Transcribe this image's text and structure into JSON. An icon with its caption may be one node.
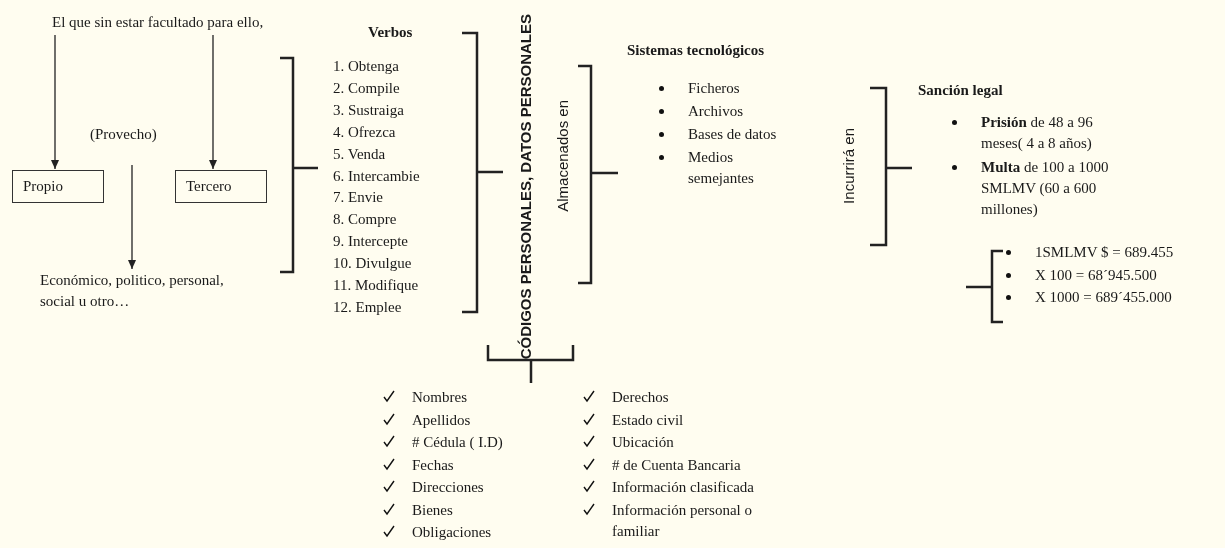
{
  "diagram": {
    "nodes": [
      {
        "text": [
          "El que sin estar facultado para ello,"
        ]
      },
      {
        "text": [
          "Propio"
        ]
      },
      {
        "text": [
          "Tercero"
        ]
      },
      {
        "text": [
          "(Provecho)"
        ]
      },
      {
        "text": [
          "Económico, politico, personal, social u otro…"
        ]
      }
    ],
    "edges": [
      {
        "from": 0,
        "to": 1,
        "arrow": "to"
      },
      {
        "from": 0,
        "to": 2,
        "arrow": "to"
      },
      {
        "from": 3,
        "to": 4,
        "arrow": "to"
      }
    ],
    "labels": [
      "Verbos",
      "1. Obtenga",
      "2. Compile",
      "3. Sustraiga",
      "4. Ofrezca",
      "5. Venda",
      "6. Intercambie",
      "7. Envie",
      "8. Compre",
      "9. Intercepte",
      "10. Divulgue",
      "11. Modifique",
      "12. Emplee",
      "CÓDIGOS PERSONALES, DATOS PERSONALES",
      "Almacenados en",
      "Sistemas tecnológicos",
      "Ficheros",
      "Archivos",
      "Bases de datos",
      "Medios semejantes",
      "Incurrirá en",
      "Sanción legal",
      "**Prisión** de 48 a 96 meses( 4 a 8 años)",
      "**Multa** de 100 a 1000 SMLMV (60 a 600 millones)",
      "1SMLMV $ = 689.455",
      "X 100 = 68´945.500",
      "X 1000 = 689´455.000",
      "Nombres",
      "Apellidos",
      "# Cédula ( I.D)",
      "Fechas",
      "Direcciones",
      "Bienes",
      "Obligaciones",
      "Derechos",
      "Estado civil",
      "Ubicación",
      "# de Cuenta Bancaria",
      "Información clasificada",
      "Información personal o familiar"
    ]
  }
}
